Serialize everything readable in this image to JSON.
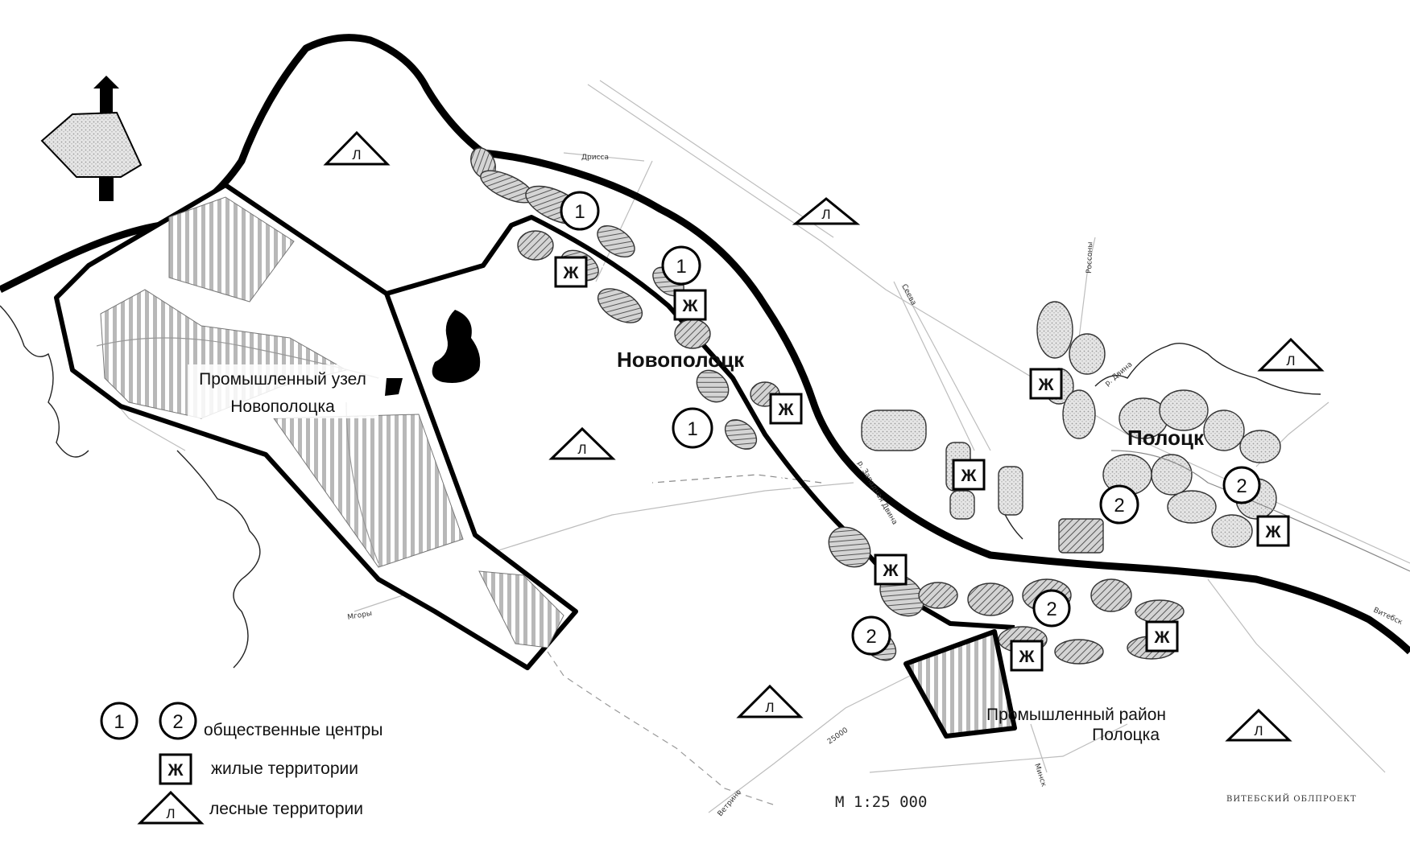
{
  "cities": {
    "novopolotsk": "Новополоцк",
    "polotsk": "Полоцк"
  },
  "industrial": {
    "novopolotsk_line1": "Промышленный узел",
    "novopolotsk_line2": "Новополоцка",
    "polotsk_line1": "Промышленный район",
    "polotsk_line2": "Полоцка"
  },
  "symbols": {
    "center_1": "1",
    "center_2": "2",
    "residential": "Ж",
    "forest": "Л"
  },
  "road_labels": {
    "drissa": "Дрисса",
    "rossony": "Россоны",
    "sheva": "Сеева",
    "river": "р. Западная Двина",
    "vitebsk": "Витебск",
    "vetrino": "Ветрино",
    "minsk": "Минск",
    "mgory": "Мгоры",
    "rzd": "р. Двина",
    "km": "25000"
  },
  "legend": {
    "centers_label": "общественные центры",
    "residential_label": "жилые территории",
    "forest_label": "лесные территории"
  },
  "scale": "М   1:25 000",
  "credit": "ВИТЕБСКИЙ ОБЛПРОЕКТ"
}
